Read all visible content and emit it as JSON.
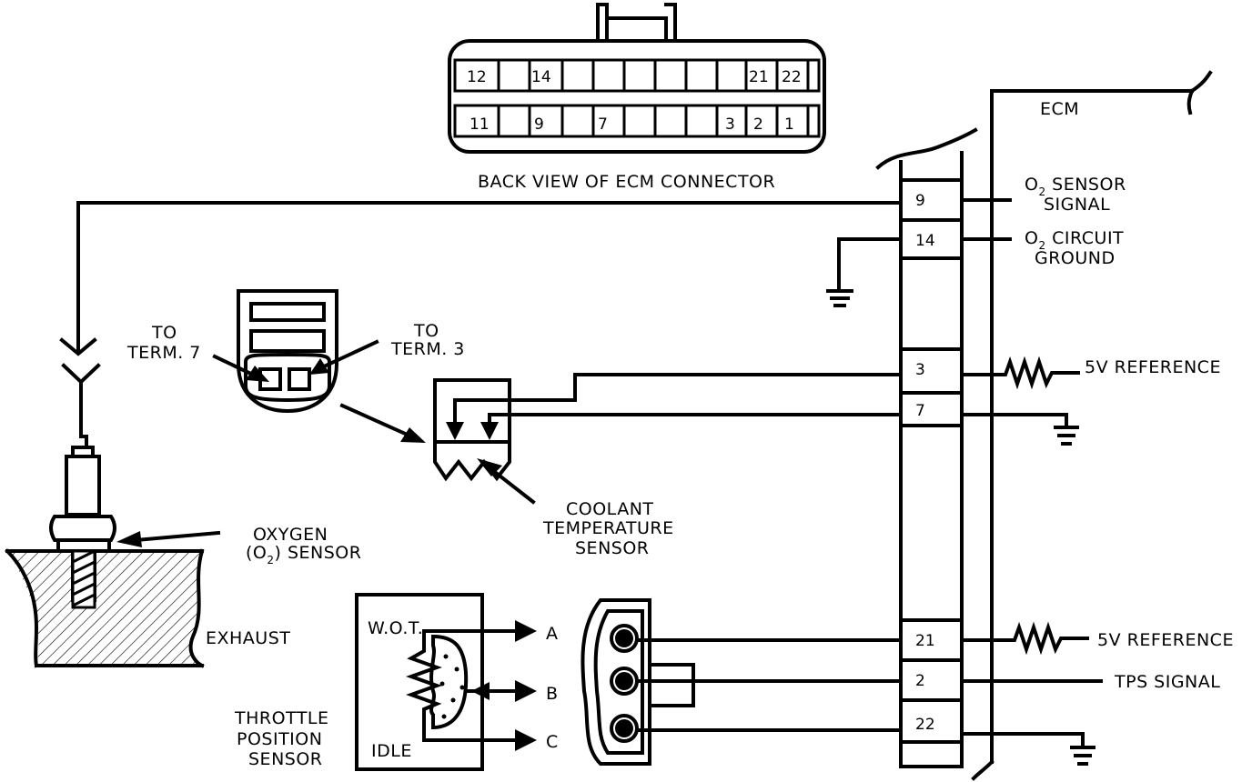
{
  "connector": {
    "title": "BACK VIEW OF ECM CONNECTOR",
    "top_row": [
      "12",
      "14",
      "21",
      "22"
    ],
    "bottom_row": [
      "11",
      "9",
      "7",
      "3",
      "2",
      "1"
    ]
  },
  "ecm": {
    "label": "ECM",
    "terminals": [
      "9",
      "14",
      "3",
      "7",
      "21",
      "2",
      "22"
    ]
  },
  "signals": {
    "o2_signal": {
      "prefix": "O",
      "sub": "2",
      "rest": " SENSOR",
      "line2": "SIGNAL"
    },
    "o2_ground": {
      "prefix": "O",
      "sub": "2",
      "rest": " CIRCUIT",
      "line2": "GROUND"
    },
    "ref_5v_a": "5V REFERENCE",
    "ref_5v_b": "5V REFERENCE",
    "tps_signal": "TPS SIGNAL"
  },
  "coolant_connector": {
    "to_term7": [
      "TO",
      "TERM. 7"
    ],
    "to_term3": [
      "TO",
      "TERM. 3"
    ]
  },
  "coolant_sensor": [
    "COOLANT",
    "TEMPERATURE",
    "SENSOR"
  ],
  "oxygen_sensor": {
    "line1": "OXYGEN",
    "line2_a": "(O",
    "line2_sub": "2",
    "line2_b": ") SENSOR"
  },
  "exhaust": "EXHAUST",
  "tps": {
    "wot": "W.O.T.",
    "idle": "IDLE",
    "pins": [
      "A",
      "B",
      "C"
    ],
    "name": [
      "THROTTLE",
      "POSITION",
      "SENSOR"
    ]
  }
}
